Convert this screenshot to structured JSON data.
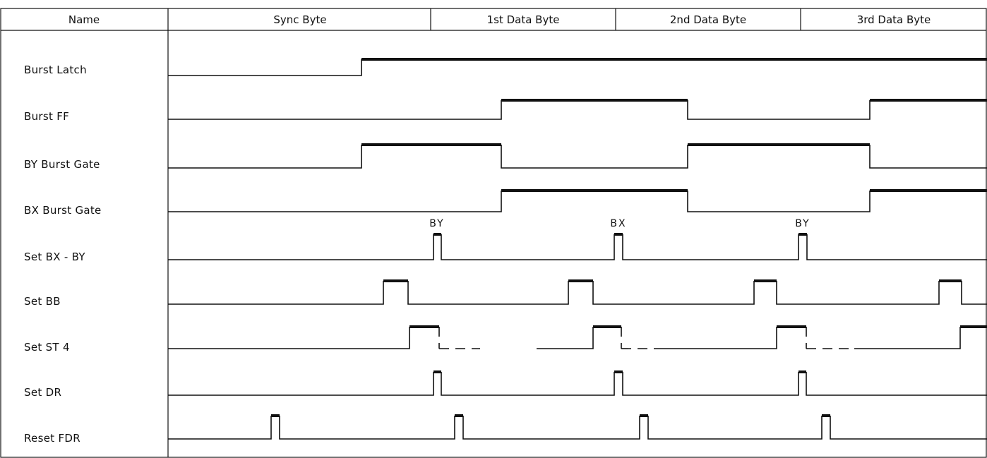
{
  "header": {
    "name_col": "Name",
    "columns": [
      "Sync Byte",
      "1st Data Byte",
      "2nd Data Byte",
      "3rd Data Byte"
    ]
  },
  "signals": [
    {
      "name": "Burst Latch"
    },
    {
      "name": "Burst FF"
    },
    {
      "name": "BY Burst Gate"
    },
    {
      "name": "BX Burst Gate"
    },
    {
      "name": "Set BX - BY",
      "annotations": [
        "BY",
        "BX",
        "BY"
      ]
    },
    {
      "name": "Set BB"
    },
    {
      "name": "Set ST 4"
    },
    {
      "name": "Set DR"
    },
    {
      "name": "Reset FDR"
    }
  ]
}
